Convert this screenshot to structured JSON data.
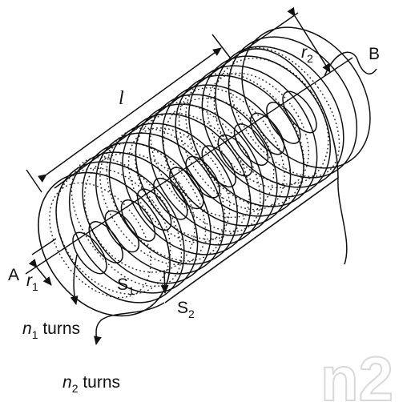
{
  "labels": {
    "A": "A",
    "B": "B",
    "length": "l",
    "r1_main": "r",
    "r1_sub": "1",
    "r2_main": "r",
    "r2_sub": "2",
    "S1_main": "S",
    "S1_sub": "1",
    "S2_main": "S",
    "S2_sub": "2",
    "n1_main": "n",
    "n1_sub": "1",
    "n1_rest": " turns",
    "n2_main": "n",
    "n2_sub": "2",
    "n2_rest": " turns"
  },
  "coils": {
    "inner_turns": 14,
    "outer_turns": 15
  },
  "colors": {
    "line": "#111111",
    "dots": "#333333",
    "watermark": "#d9d9d9"
  },
  "watermark": "n2"
}
